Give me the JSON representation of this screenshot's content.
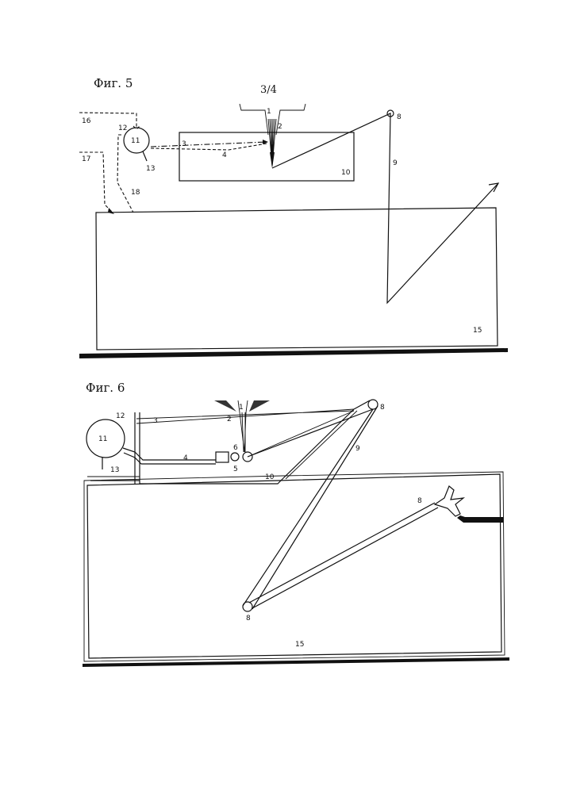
{
  "page": {
    "number": "3/4"
  },
  "fig5": {
    "caption": "Фиг. 5",
    "labels": {
      "l1": "1",
      "l2": "2",
      "l3": "3",
      "l4": "4",
      "l8": "8",
      "l9": "9",
      "l10": "10",
      "l11": "11",
      "l12": "12",
      "l13": "13",
      "l15": "15",
      "l16": "16",
      "l17": "17",
      "l18": "18"
    }
  },
  "fig6": {
    "caption": "Фиг. 6",
    "labels": {
      "l1": "1",
      "l2": "2",
      "l3": "3",
      "l4": "4",
      "l5": "5",
      "l6": "6",
      "l8a": "8",
      "l8b": "8",
      "l8c": "8",
      "l9": "9",
      "l10": "10",
      "l11": "11",
      "l12": "12",
      "l13": "13",
      "l15": "15"
    }
  }
}
